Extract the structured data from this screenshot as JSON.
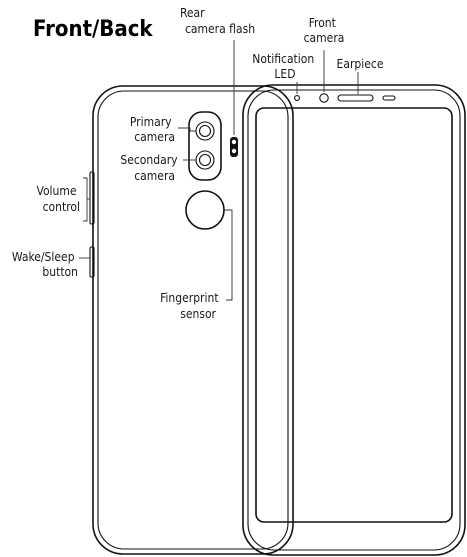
{
  "title": "Front/Back",
  "labels": {
    "rear_flash": [
      "Rear",
      "camera flash"
    ],
    "front_camera": [
      "Front",
      "camera"
    ],
    "notification_led": [
      "Notification",
      "LED"
    ],
    "earpiece": [
      "Earpiece"
    ],
    "primary_camera": [
      "Primary",
      "camera"
    ],
    "secondary_camera": [
      "Secondary",
      "camera"
    ],
    "volume_control": [
      "Volume",
      "control"
    ],
    "wake_sleep": [
      "Wake/Sleep",
      "button"
    ],
    "fingerprint": [
      "Fingerprint",
      "sensor"
    ]
  },
  "colors": {
    "outline": "#111111",
    "text": "#1a1a1a",
    "background": "#ffffff"
  }
}
